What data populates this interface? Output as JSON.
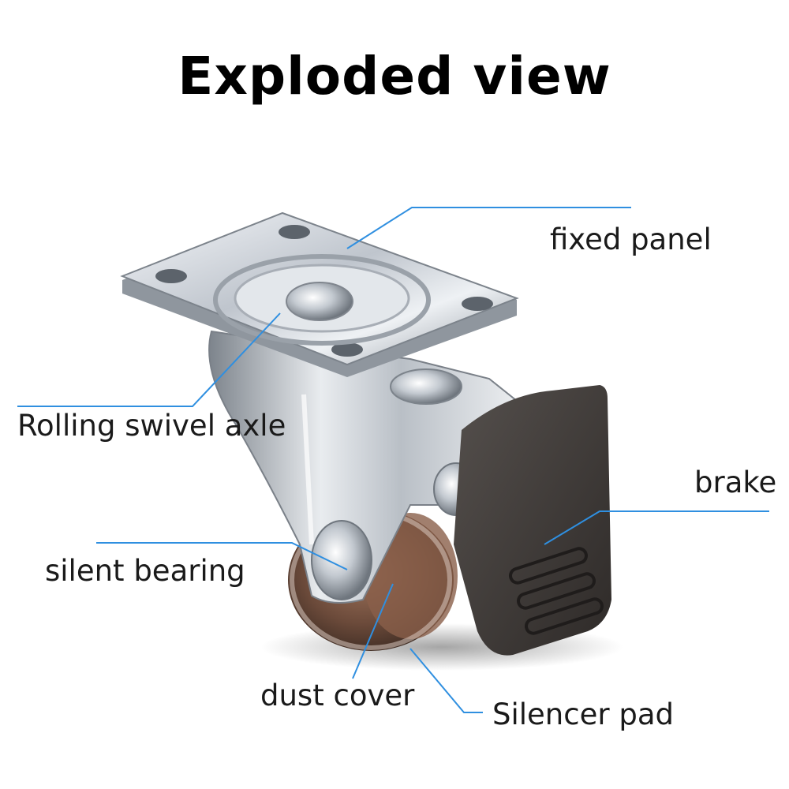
{
  "title": "Exploded view",
  "labels": {
    "fixed_panel": "fixed panel",
    "swivel_axle": "Rolling swivel axle",
    "brake": "brake",
    "silent_bearing": "silent bearing",
    "dust_cover": "dust cover",
    "silencer_pad": "Silencer pad"
  },
  "colors": {
    "leader_line": "#2f8fe0",
    "chrome": "#c9ced6",
    "brake": "#3a3634",
    "wheel": "#6b4a3a"
  }
}
